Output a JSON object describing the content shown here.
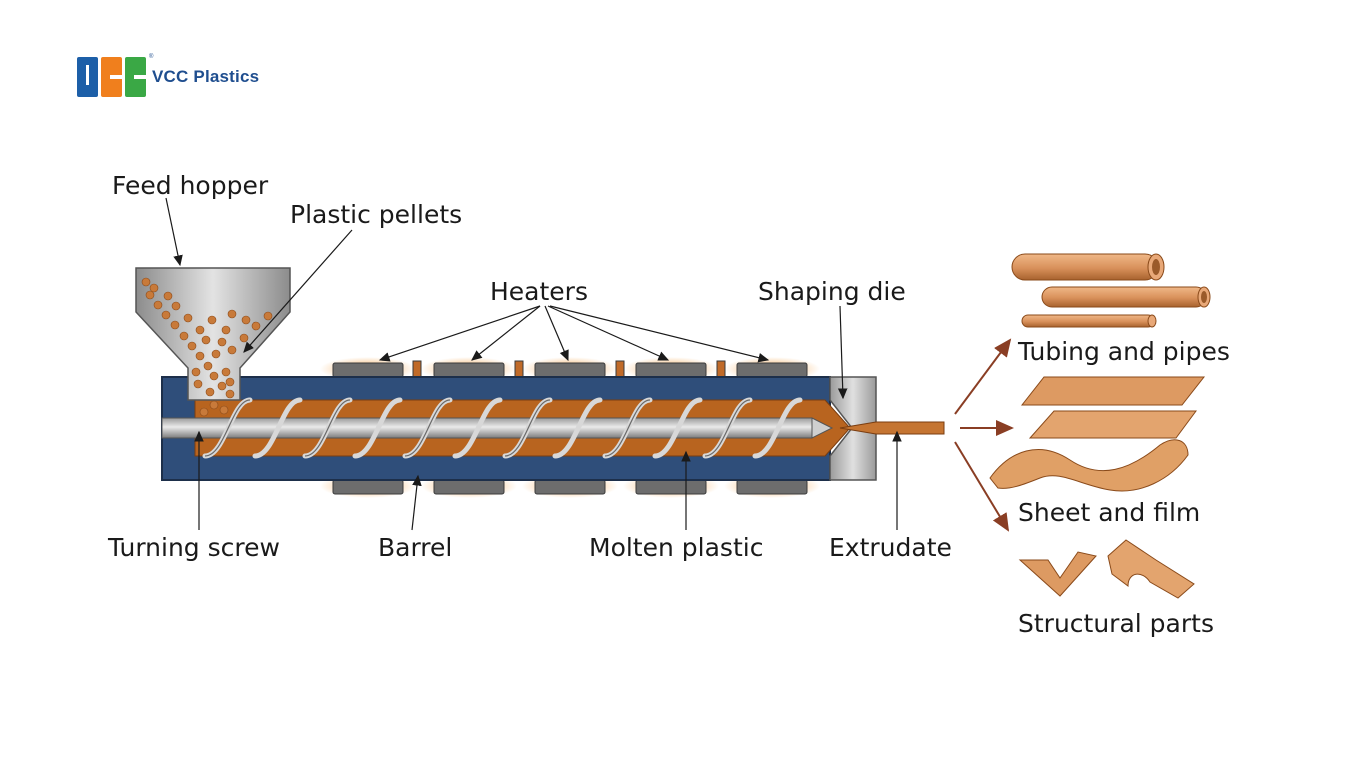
{
  "brand": {
    "name": "VCC Plastics",
    "colors": {
      "blue": "#1d5fa8",
      "orange": "#f07f1d",
      "green": "#3aa845"
    }
  },
  "labels": {
    "feed_hopper": "Feed hopper",
    "plastic_pellets": "Plastic pellets",
    "heaters": "Heaters",
    "shaping_die": "Shaping die",
    "turning_screw": "Turning screw",
    "barrel": "Barrel",
    "molten_plastic": "Molten plastic",
    "extrudate": "Extrudate"
  },
  "products": {
    "tubing": "Tubing and pipes",
    "sheet": "Sheet and film",
    "structural": "Structural parts"
  },
  "colors": {
    "barrel": "#2f4e7a",
    "molten": "#b8641f",
    "heater": "#6d6d6d",
    "heater_glow": "#f5a44a",
    "copper": "#d8905a",
    "arrow": "#8a3e24"
  }
}
